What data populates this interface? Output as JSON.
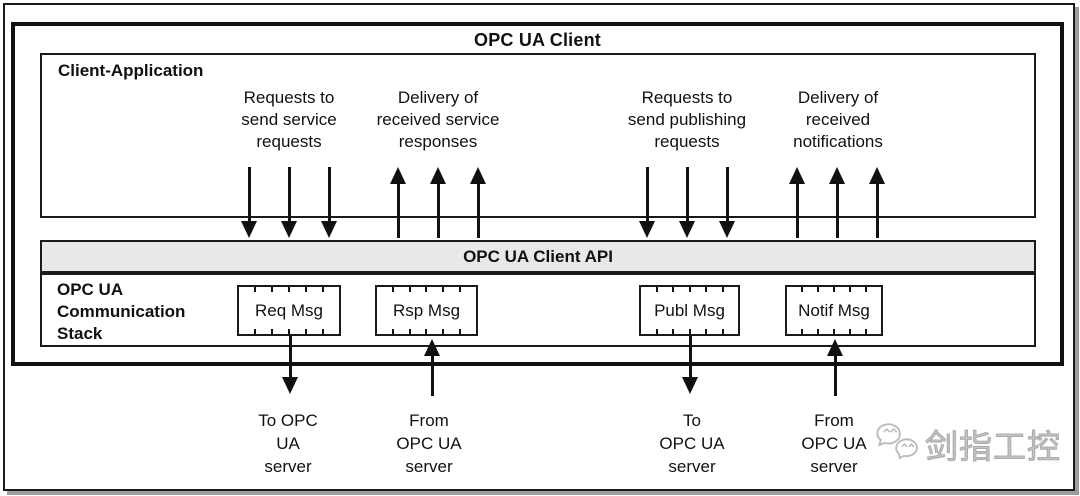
{
  "diagram": {
    "title": "OPC UA Client",
    "client_application": {
      "label": "Client-Application"
    },
    "flow_labels": [
      {
        "text": "Requests to\nsend service\nrequests",
        "direction": "down"
      },
      {
        "text": "Delivery of\nreceived service\nresponses",
        "direction": "up"
      },
      {
        "text": "Requests to\nsend publishing\nrequests",
        "direction": "down"
      },
      {
        "text": "Delivery of\nreceived\nnotifications",
        "direction": "up"
      }
    ],
    "api_bar": {
      "label": "OPC UA Client API"
    },
    "comm_stack": {
      "label": "OPC UA\nCommunication\nStack"
    },
    "messages": [
      {
        "label": "Req Msg",
        "direction": "down",
        "endpoint": "To OPC\nUA\nserver"
      },
      {
        "label": "Rsp Msg",
        "direction": "up",
        "endpoint": "From\nOPC UA\nserver"
      },
      {
        "label": "Publ Msg",
        "direction": "down",
        "endpoint": "To\nOPC UA\nserver"
      },
      {
        "label": "Notif Msg",
        "direction": "up",
        "endpoint": "From\nOPC UA\nserver"
      }
    ],
    "watermark": {
      "text": "剑指工控",
      "icon": "wechat-bubbles-icon"
    },
    "colors": {
      "line": "#111111",
      "api_bar_bg": "#e8e8e8",
      "frame_shadow": "#9d9d9d",
      "watermark": "#c3c3c3"
    }
  }
}
